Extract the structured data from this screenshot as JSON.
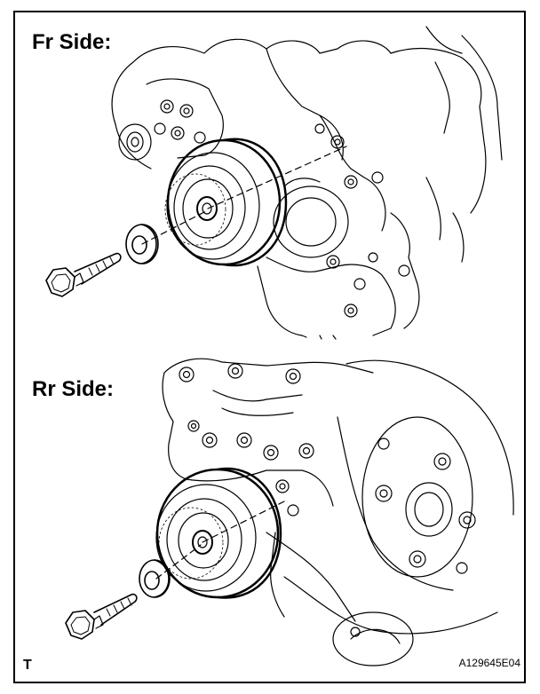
{
  "labels": {
    "fr_side": "Fr Side:",
    "rr_side": "Rr Side:",
    "corner_mark": "T",
    "figure_code": "A129645E04"
  },
  "colors": {
    "line": "#000000",
    "background": "#ffffff"
  },
  "icons": [
    "idler-pulley-icon",
    "washer-icon",
    "bolt-icon",
    "engine-outline-icon"
  ]
}
